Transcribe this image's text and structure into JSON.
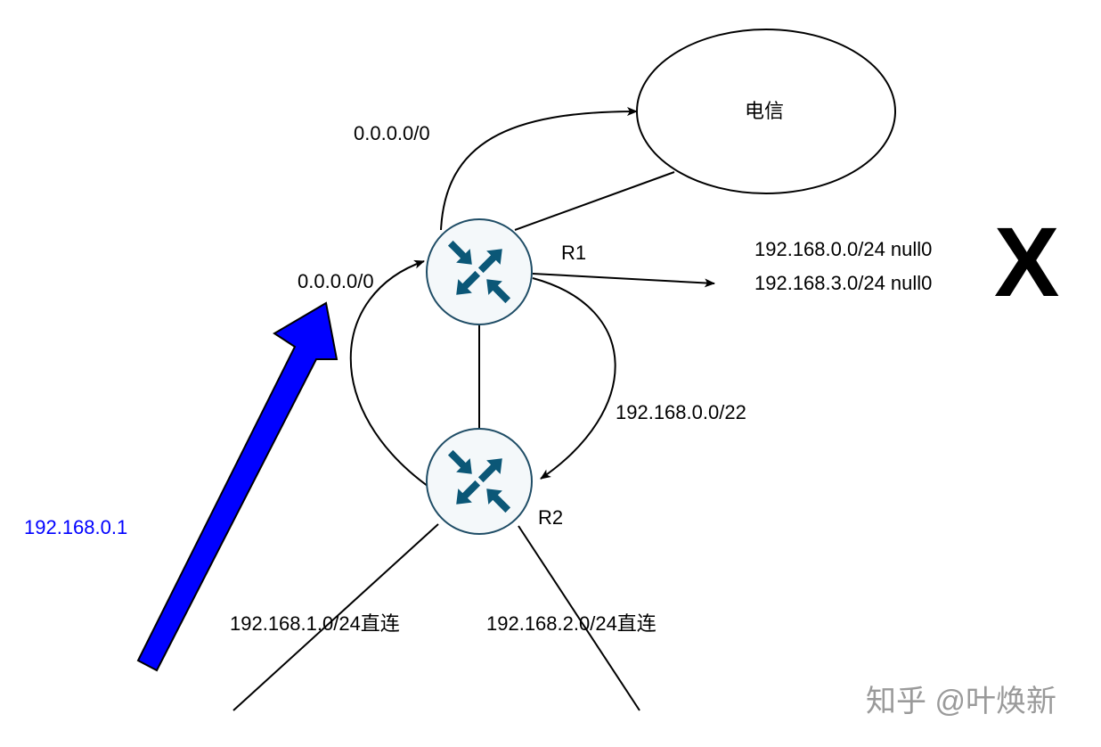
{
  "nodes": {
    "telecom": {
      "label": "电信"
    },
    "r1": {
      "label": "R1"
    },
    "r2": {
      "label": "R2"
    }
  },
  "edges": {
    "r1_to_telecom": "0.0.0.0/0",
    "r2_to_r1": "0.0.0.0/0",
    "r1_to_r2": "192.168.0.0/22",
    "null_routes": [
      "192.168.0.0/24 null0",
      "192.168.3.0/24 null0"
    ],
    "r2_left_net": "192.168.1.0/24直连",
    "r2_right_net": "192.168.2.0/24直连"
  },
  "packet": {
    "source": "192.168.0.1",
    "color": "#0000ff"
  },
  "drop_mark": "X",
  "watermark": "知乎 @叶焕新",
  "colors": {
    "router_fill": "#f4f8fa",
    "router_stroke": "#1f4d66",
    "router_arrow": "#0b5777"
  }
}
